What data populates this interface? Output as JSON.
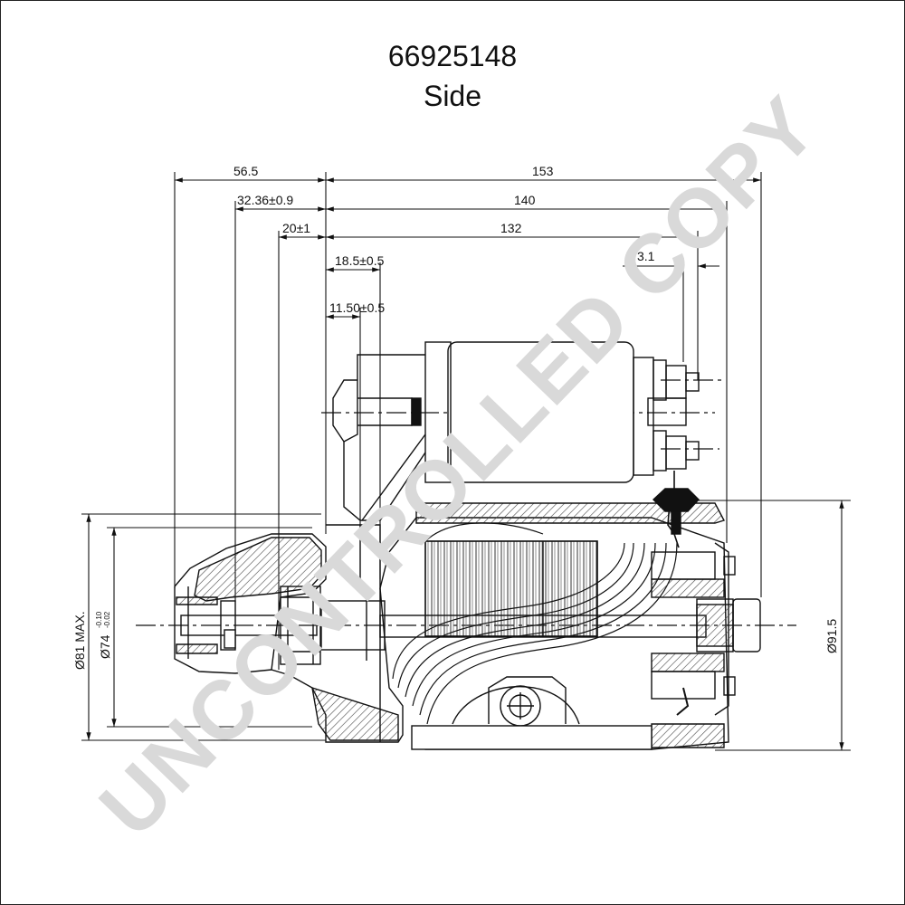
{
  "header": {
    "part_number": "66925148",
    "view": "Side"
  },
  "watermark": "UNCONTROLLED COPY",
  "dimensions": {
    "top": [
      "56.5",
      "153",
      "32.36±0.9",
      "140",
      "20±1",
      "132",
      "3.1",
      "18.5±0.5",
      "11.50±0.5"
    ],
    "left": [
      "Ø81 MAX.",
      "Ø74",
      "-0.10",
      "-0.02"
    ],
    "right": [
      "Ø91.5"
    ]
  },
  "colors": {
    "line": "#111111",
    "watermark": "#d9d9d9",
    "hatch": "#444444",
    "terminal": "#111111"
  }
}
